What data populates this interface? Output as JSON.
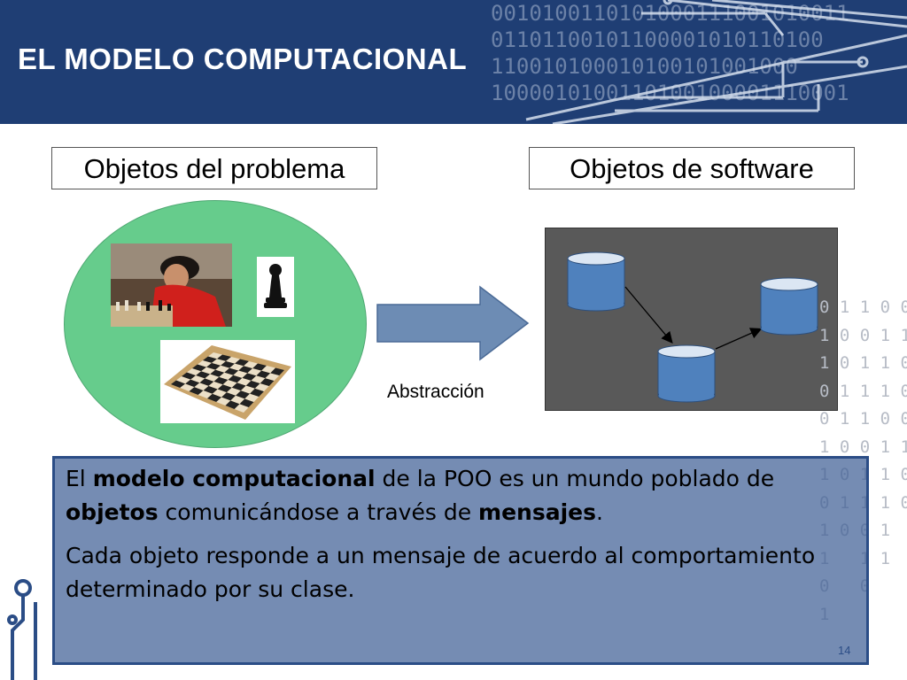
{
  "header": {
    "title": "EL MODELO COMPUTACIONAL",
    "background": "#1f3e74",
    "binary_lines": [
      "0010100110101000111001010011",
      "01101100101100001010110100",
      "110010100010100101001000",
      "1000010100110100100001110001"
    ]
  },
  "diagram": {
    "left_label": "Objetos del problema",
    "right_label": "Objetos de software",
    "arrow_label": "Abstracción",
    "problem_circle_color": "#66cc8c",
    "software_panel_color": "#595959",
    "cylinder_color": "#4f81bd",
    "arrow_color": "#6d8cb4",
    "side_binary": [
      "0 1 1 0 0",
      "1 0 0 1 1",
      "1 0 1 1 0",
      "0 1 1 1 0",
      "0 1 1 0 0",
      "1 0 0 1 1",
      "1 0 1 1 0",
      "0 1 1 1 0",
      "1 0 0 1",
      "1   1 1",
      "0   0",
      "1"
    ]
  },
  "content": {
    "p1_intro": "El ",
    "p1_term1": "modelo computacional",
    "p1_mid1": " de la POO es un mundo poblado de ",
    "p1_term2": "objetos",
    "p1_mid2": " comunicándose a través de ",
    "p1_term3": "mensajes",
    "p1_end": ".",
    "p2": "Cada objeto responde a un mensaje de acuerdo al comportamiento determinado por su clase."
  },
  "footer": {
    "page_number": "14"
  }
}
